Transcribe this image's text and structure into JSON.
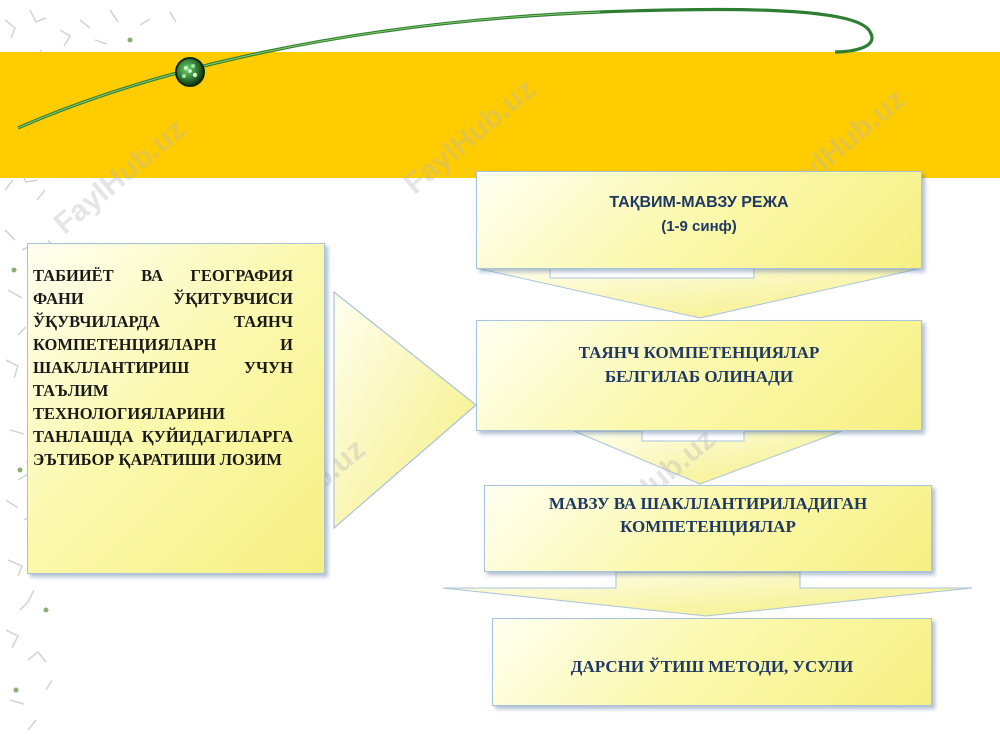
{
  "left_box": {
    "text": "ТАБИИЁТ ВА ГЕОГРАФИЯ ФАНИ ЎҚИТУВЧИСИ ЎҚУВЧИЛАРДА ТАЯНЧ КОМПЕТЕНЦИЯЛАРН И ШАКЛЛАНТИРИШ УЧУН ТАЪЛИМ ТЕХНОЛОГИЯЛАРИНИ ТАНЛАШДА ҚУЙИДАГИЛАРГА ЭЪТИБОР ҚАРАТИШИ ЛОЗИМ"
  },
  "flow": {
    "step1_line1": "ТАҚВИМ-МАВЗУ РЕЖА",
    "step1_line2": "(1-9 синф)",
    "step2_line1": "ТАЯНЧ КОМПЕТЕНЦИЯЛАР",
    "step2_line2": "БЕЛГИЛАБ ОЛИНАДИ",
    "step3_line1": "МАВЗУ ВА ШАКЛЛАНТИРИЛАДИГАН",
    "step3_line2": "КОМПЕТЕНЦИЯЛАР",
    "step4": "ДАРСНИ ЎТИШ МЕТОДИ, УСУЛИ"
  },
  "watermark": "FaylHub.uz",
  "colors": {
    "banner": "#ffcc00",
    "box_fill": "#fbf9b0",
    "title_text": "#1f3864",
    "orbit": "#2e7d32"
  }
}
